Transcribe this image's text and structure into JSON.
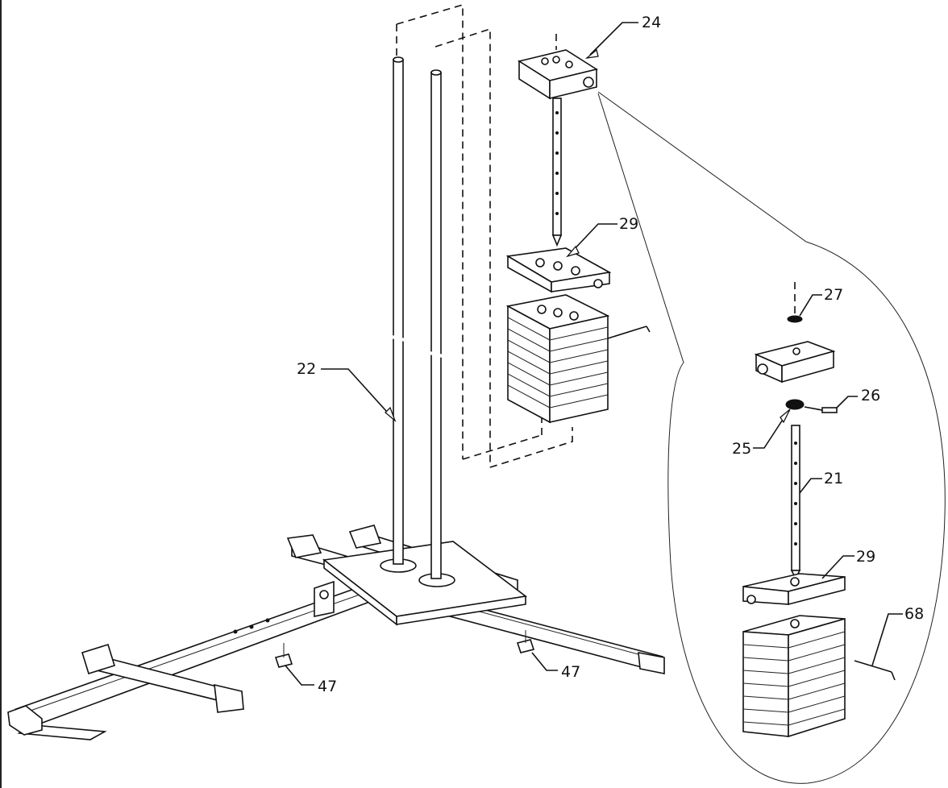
{
  "callouts": {
    "guide_rods": "22",
    "top_plate": "24",
    "selector_plate_upper": "29",
    "washer": "27",
    "bushing": "25",
    "pin": "26",
    "selector_rod": "21",
    "selector_plate_detail": "29",
    "selector_pin": "68",
    "foot_left": "47",
    "foot_right": "47"
  }
}
